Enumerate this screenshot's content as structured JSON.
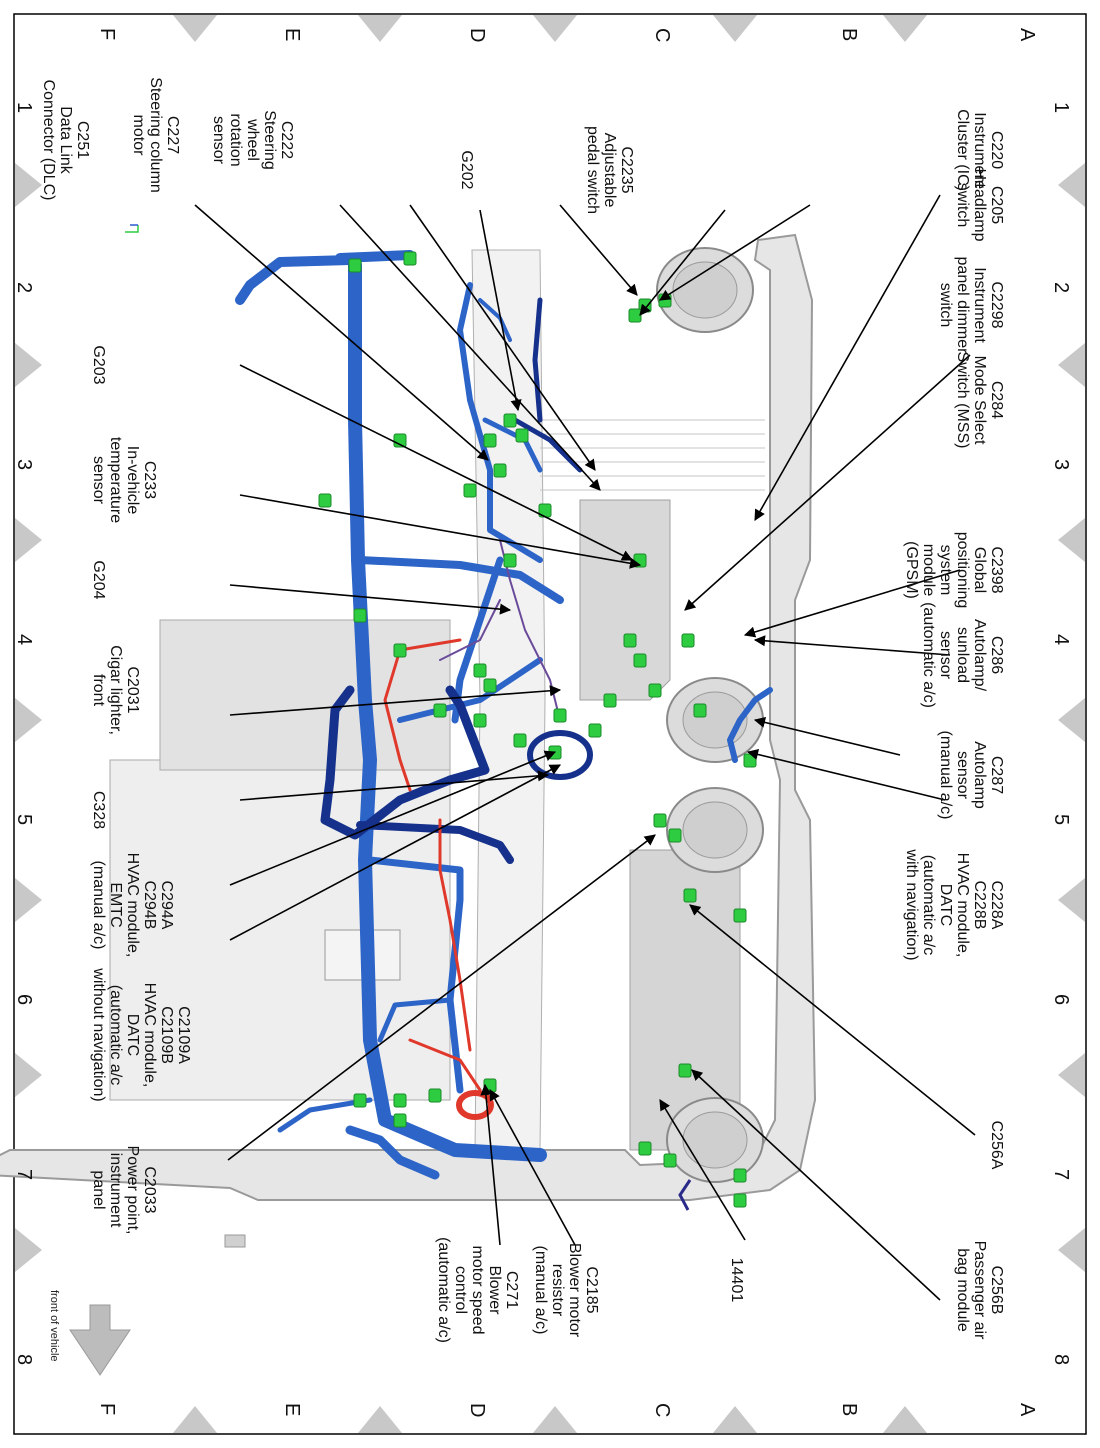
{
  "grid": {
    "columns": [
      "1",
      "2",
      "3",
      "4",
      "5",
      "6",
      "7",
      "8"
    ],
    "rows": [
      "A",
      "B",
      "C",
      "D",
      "E",
      "F"
    ]
  },
  "labels_top": [
    {
      "id": "c220",
      "lines": [
        "C220",
        "Instrument",
        "Cluster (IC)"
      ]
    },
    {
      "id": "c205",
      "lines": [
        "C205",
        "Headlamp",
        "switch"
      ]
    },
    {
      "id": "c2298",
      "lines": [
        "C2298",
        "Instrument",
        "panel dimmer",
        "switch"
      ]
    },
    {
      "id": "c284",
      "lines": [
        "C284",
        "Mode Select",
        "Switch (MSS)"
      ]
    },
    {
      "id": "c2398",
      "lines": [
        "C2398",
        "Global",
        "positioning",
        "system",
        "module",
        "(GPSM)"
      ]
    },
    {
      "id": "c286",
      "lines": [
        "C286",
        "Autolamp/",
        "sunload",
        "sensor",
        "(automatic a/c)"
      ]
    },
    {
      "id": "c287",
      "lines": [
        "C287",
        "Autolamp",
        "sensor",
        "(manual a/c)"
      ]
    },
    {
      "id": "c228",
      "lines": [
        "C228A",
        "C228B",
        "HVAC module,",
        "DATC",
        "(automatic a/c",
        "with navigation)"
      ]
    },
    {
      "id": "c256a",
      "lines": [
        "C256A"
      ]
    },
    {
      "id": "c256b",
      "lines": [
        "C256B",
        "Passenger air",
        "bag module"
      ]
    }
  ],
  "labels_mid": [
    {
      "id": "c2235",
      "lines": [
        "C2235",
        "Adjustable",
        "pedal switch"
      ]
    },
    {
      "id": "g202",
      "lines": [
        "G202"
      ]
    },
    {
      "id": "c2185",
      "lines": [
        "C2185",
        "Blower motor",
        "resistor",
        "(manual a/c)"
      ]
    },
    {
      "id": "14401",
      "lines": [
        "14401"
      ]
    },
    {
      "id": "c271",
      "lines": [
        "C271",
        "Blower",
        "motor speed",
        "control",
        "(automatic a/c)"
      ]
    }
  ],
  "labels_bottom": [
    {
      "id": "c227",
      "lines": [
        "C227",
        "Steering column",
        "motor"
      ]
    },
    {
      "id": "c222",
      "lines": [
        "C222",
        "Steering",
        "wheel",
        "rotation",
        "sensor"
      ]
    },
    {
      "id": "c251",
      "lines": [
        "C251",
        "Data Link",
        "Connector (DLC)"
      ]
    },
    {
      "id": "g203",
      "lines": [
        "G203"
      ]
    },
    {
      "id": "c233",
      "lines": [
        "C233",
        "In-vehicle",
        "temperature",
        "sensor"
      ]
    },
    {
      "id": "g204",
      "lines": [
        "G204"
      ]
    },
    {
      "id": "c2031",
      "lines": [
        "C2031",
        "Cigar lighter,",
        "front"
      ]
    },
    {
      "id": "c328",
      "lines": [
        "C328"
      ]
    },
    {
      "id": "c294",
      "lines": [
        "C294A",
        "C294B",
        "HVAC module,",
        "EMTC",
        "(manual a/c)"
      ]
    },
    {
      "id": "c2109",
      "lines": [
        "C2109A",
        "C2109B",
        "HVAC module,",
        "DATC",
        "(automatic a/c",
        "without navigation)"
      ]
    },
    {
      "id": "c2033",
      "lines": [
        "C2033",
        "Power point,",
        "instrument",
        "panel"
      ]
    }
  ],
  "footer": {
    "front_label": "front of vehicle"
  },
  "colors": {
    "harness": "#2c64c8",
    "harness_dark": "#16318c",
    "connector": "#2ecc40",
    "red_wire": "#e0392b",
    "purple_wire": "#6a4a9a",
    "panel": "#e6e6e6",
    "panel_edge": "#9a9a9a",
    "triangle": "#c8c8c8",
    "arrow": "#bcbcbc"
  }
}
